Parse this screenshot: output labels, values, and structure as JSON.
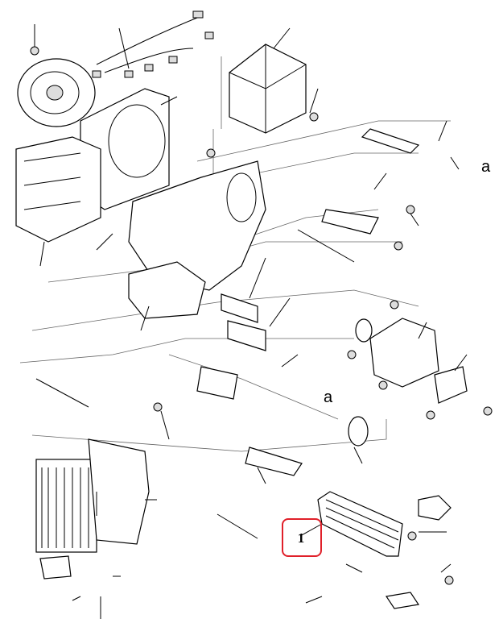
{
  "diagram": {
    "reference_labels": [
      {
        "text": "a"
      },
      {
        "text": "a"
      }
    ],
    "callout": {
      "number": "1",
      "highlight_color": "#e0202a"
    }
  }
}
